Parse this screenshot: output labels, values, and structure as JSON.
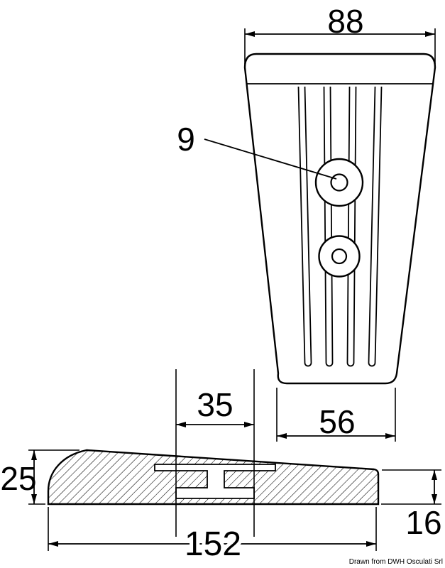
{
  "colors": {
    "line": "#000000",
    "background": "#ffffff"
  },
  "dimensions": {
    "top_width": "88",
    "hole_diameter": "9",
    "bottom_width": "56",
    "slot_width": "35",
    "left_height": "25",
    "total_length": "152",
    "right_height": "16"
  },
  "credit": "Drawn from DWH Osculati Srl"
}
